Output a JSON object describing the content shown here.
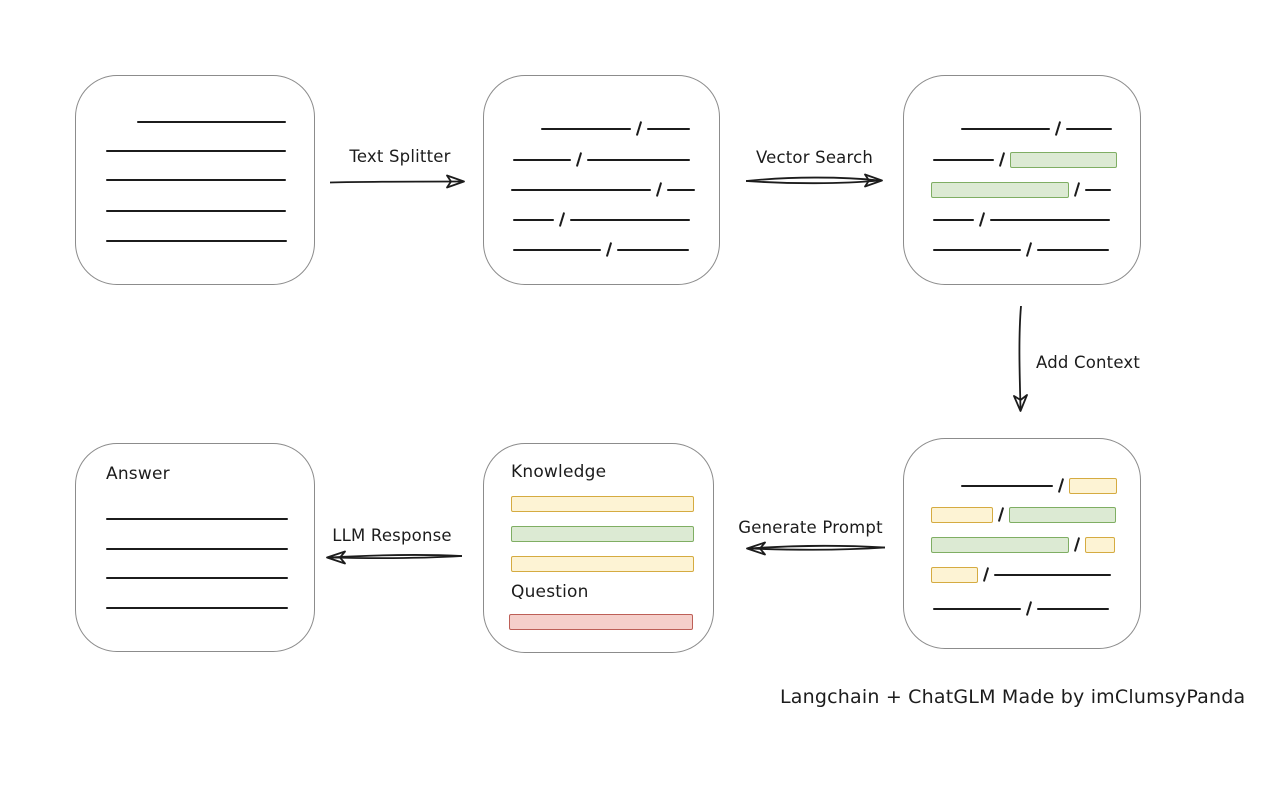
{
  "diagram": {
    "caption": "Langchain + ChatGLM Made by imClumsyPanda",
    "arrows": {
      "text_splitter": "Text Splitter",
      "vector_search": "Vector Search",
      "add_context": "Add Context",
      "generate_prompt": "Generate Prompt",
      "llm_response": "LLM Response"
    },
    "prompt_box": {
      "knowledge_label": "Knowledge",
      "question_label": "Question"
    },
    "answer_box": {
      "answer_label": "Answer"
    },
    "colors": {
      "ink": "#1c1c1c",
      "node_border": "#8c8c8c",
      "green_fill": "#dcead3",
      "green_border": "#7fae63",
      "yellow_fill": "#fdf3d4",
      "yellow_border": "#d5ab41",
      "red_fill": "#f5cfca",
      "red_border": "#bd5f57"
    }
  }
}
